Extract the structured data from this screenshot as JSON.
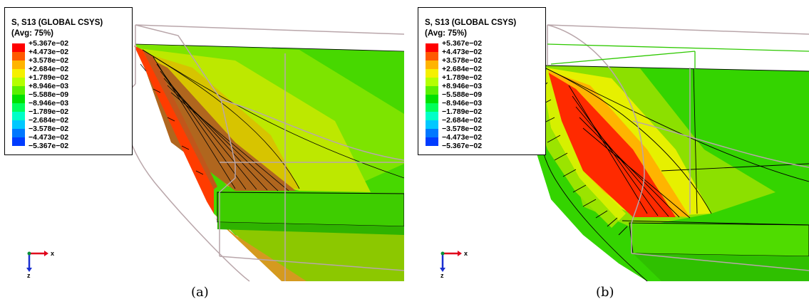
{
  "panels": [
    {
      "legend_title_1": "S, S13 (GLOBAL CSYS)",
      "legend_title_2": "(Avg: 75%)",
      "caption": "(a)",
      "axis_x": "x",
      "axis_z": "z"
    },
    {
      "legend_title_1": "S, S13 (GLOBAL CSYS)",
      "legend_title_2": "(Avg: 75%)",
      "caption": "(b)",
      "axis_x": "x",
      "axis_z": "z"
    }
  ],
  "legend": {
    "labels": [
      "+5.367e−02",
      "+4.473e−02",
      "+3.578e−02",
      "+2.684e−02",
      "+1.789e−02",
      "+8.946e−03",
      "−5.588e−09",
      "−8.946e−03",
      "−1.789e−02",
      "−2.684e−02",
      "−3.578e−02",
      "−4.473e−02",
      "−5.367e−02"
    ],
    "colors": [
      "#ff0000",
      "#ff5a00",
      "#ffb400",
      "#f5f000",
      "#b4ff00",
      "#5af000",
      "#00e100",
      "#00ff5a",
      "#00ffc8",
      "#00c8ff",
      "#0078ff",
      "#003cff",
      "#0000ff"
    ]
  },
  "colors": {
    "mesh_line": "#b9a6aa",
    "edge_line": "#000000",
    "axis_x": "#e0001b",
    "axis_z": "#1a2fd0",
    "axis_y": "#0a8f3a"
  }
}
